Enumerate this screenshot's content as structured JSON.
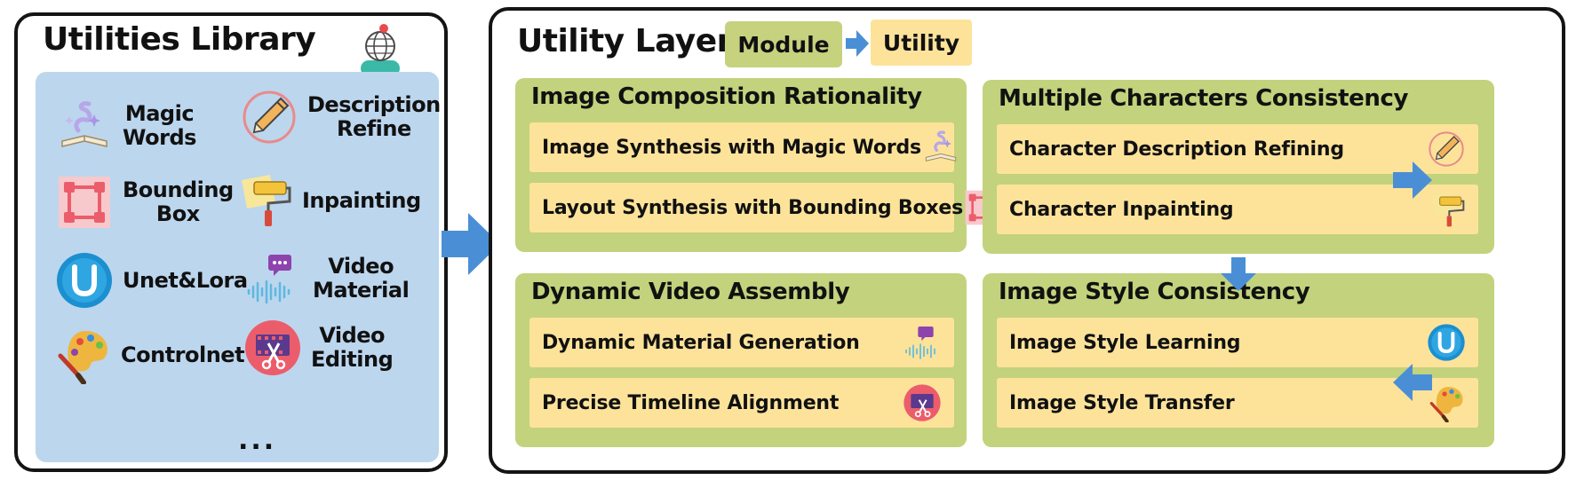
{
  "library": {
    "title": "Utilities Library",
    "items": [
      {
        "label": "Magic\nWords",
        "icon": "magic-book-icon"
      },
      {
        "label": "Description\nRefine",
        "icon": "pen-nib-icon"
      },
      {
        "label": "Bounding\nBox",
        "icon": "bounding-box-icon"
      },
      {
        "label": "Inpainting",
        "icon": "paint-roller-icon"
      },
      {
        "label": "Unet&Lora",
        "icon": "u-circle-icon"
      },
      {
        "label": "Video\nMaterial",
        "icon": "audio-wave-icon"
      },
      {
        "label": "Controlnet",
        "icon": "palette-icon"
      },
      {
        "label": "Video\nEditing",
        "icon": "film-scissors-icon"
      }
    ],
    "ellipsis": "..."
  },
  "layer": {
    "title": "Utility Layer",
    "legend": {
      "module": "Module",
      "utility": "Utility"
    },
    "modules": [
      {
        "title": "Image Composition Rationality",
        "utilities": [
          {
            "label": "Image Synthesis with Magic Words",
            "icon": "magic-book-icon"
          },
          {
            "label": "Layout Synthesis with Bounding Boxes",
            "icon": "bounding-box-icon"
          }
        ]
      },
      {
        "title": "Multiple Characters Consistency",
        "utilities": [
          {
            "label": "Character Description Refining",
            "icon": "pen-nib-icon"
          },
          {
            "label": "Character Inpainting",
            "icon": "paint-roller-icon"
          }
        ]
      },
      {
        "title": "Dynamic Video Assembly",
        "utilities": [
          {
            "label": "Dynamic Material Generation",
            "icon": "audio-wave-icon"
          },
          {
            "label": "Precise Timeline Alignment",
            "icon": "film-scissors-icon"
          }
        ]
      },
      {
        "title": "Image Style Consistency",
        "utilities": [
          {
            "label": "Image Style Learning",
            "icon": "u-circle-icon"
          },
          {
            "label": "Image Style Transfer",
            "icon": "palette-icon"
          }
        ]
      }
    ]
  },
  "colors": {
    "library_bg": "#bcd6ee",
    "module_bg": "#c3d27c",
    "utility_bg": "#fde39a",
    "arrow": "#4a8fd6"
  }
}
